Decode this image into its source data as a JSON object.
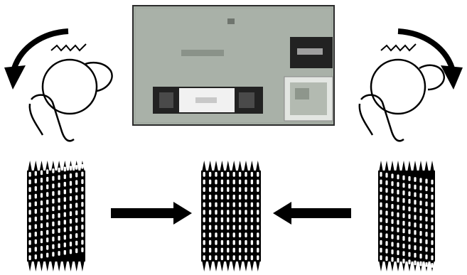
{
  "screen_text": {
    "top_mark": "",
    "caption": "",
    "dark_button": "",
    "middle_button": ""
  },
  "colors": {
    "screen_bg": "#a9b1a8",
    "screen_frame": "#2b2b2b",
    "dark_button": "#222222",
    "light_button": "#f1f1f1",
    "tile": "#c7ccc4",
    "ink": "#000000"
  },
  "icons": [
    "rotate-counterclockwise-icon",
    "rotate-clockwise-icon",
    "right-arrow-icon",
    "left-arrow-icon"
  ],
  "panels": [
    "left-tilted-grid",
    "center-aligned-grid",
    "right-tilted-grid"
  ]
}
